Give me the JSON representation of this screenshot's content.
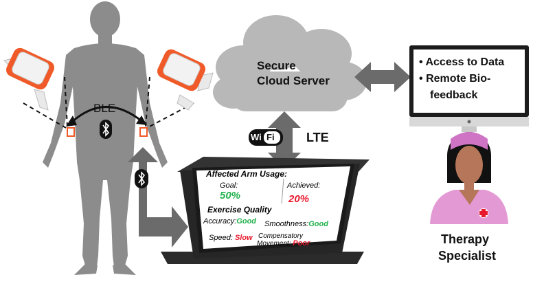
{
  "labels": {
    "ble": "BLE",
    "cloud_line1": "Secure",
    "cloud_line2": "Cloud Server",
    "wifi_wi": "Wi",
    "wifi_fi": "Fi",
    "lte": "LTE",
    "therapy_line1": "Therapy",
    "therapy_line2": "Specialist"
  },
  "monitor": {
    "bullets": [
      {
        "bullet": "•",
        "text": "Access to Data"
      },
      {
        "bullet": "•",
        "text": "Remote Bio-"
      },
      {
        "bullet": "",
        "text": "feedback"
      }
    ]
  },
  "tablet": {
    "usage_title": "Affected Arm Usage:",
    "goal_label": "Goal:",
    "goal_value": "50%",
    "achieved_label": "Achieved:",
    "achieved_value": "20%",
    "quality_title": "Exercise Quality",
    "accuracy_label": "Accuracy:",
    "accuracy_value": "Good",
    "smoothness_label": "Smoothness:",
    "smoothness_value": "Good",
    "speed_label": "Speed:",
    "speed_value": "Slow",
    "compensatory_line1": "Compensatory",
    "compensatory_line2": "Movement:",
    "compensatory_value": "Poor"
  },
  "colors": {
    "good": "#22b14c",
    "bad": "#e8192c",
    "body": "#8c8c8c",
    "arrow": "#6b6b6b",
    "band": "#f05a28",
    "scrub": "#e39ad4",
    "skin": "#b6765a",
    "cloud": "#b8b8b8"
  }
}
